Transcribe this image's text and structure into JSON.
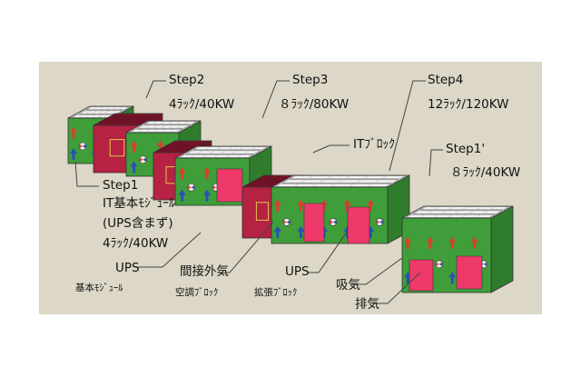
{
  "labels": {
    "step2_title": "Step2",
    "step2_spec": "4ﾗｯｸ/40KW",
    "step3_title": "Step3",
    "step3_spec": "８ﾗｯｸ/80KW",
    "step4_title": "Step4",
    "step4_spec": "12ﾗｯｸ/120KW",
    "it_block": "ITﾌﾞﾛｯｸ",
    "step1p_title": "Step1'",
    "step1p_spec": "８ﾗｯｸ/40KW",
    "step1_title": "Step1",
    "step1_line1": "IT基本ﾓｼﾞｭｰﾙ",
    "step1_line2": "(UPS含まず)",
    "step1_spec": "4ﾗｯｸ/40KW",
    "ups_left": "UPS",
    "base_module": "基本ﾓｼﾞｭｰﾙ",
    "indirect_air_1": "間接外気",
    "indirect_air_2": "空調ﾌﾞﾛｯｸ",
    "ups_mid": "UPS",
    "expansion_block": "拡張ﾌﾞﾛｯｸ",
    "intake": "吸気",
    "exhaust": "排気"
  },
  "colors": {
    "background": "#dcd7c6",
    "it_green": "#3f9e3a",
    "rack_white": "#eeeeee",
    "ups_red": "#b52242",
    "intake_arrow": "#d8402a",
    "exhaust_arrow": "#2a4fb8",
    "pink_panel": "#ee3a6b"
  },
  "icons": [
    "leader-line",
    "intake-arrow-icon",
    "exhaust-arrow-icon",
    "fan-icon"
  ]
}
